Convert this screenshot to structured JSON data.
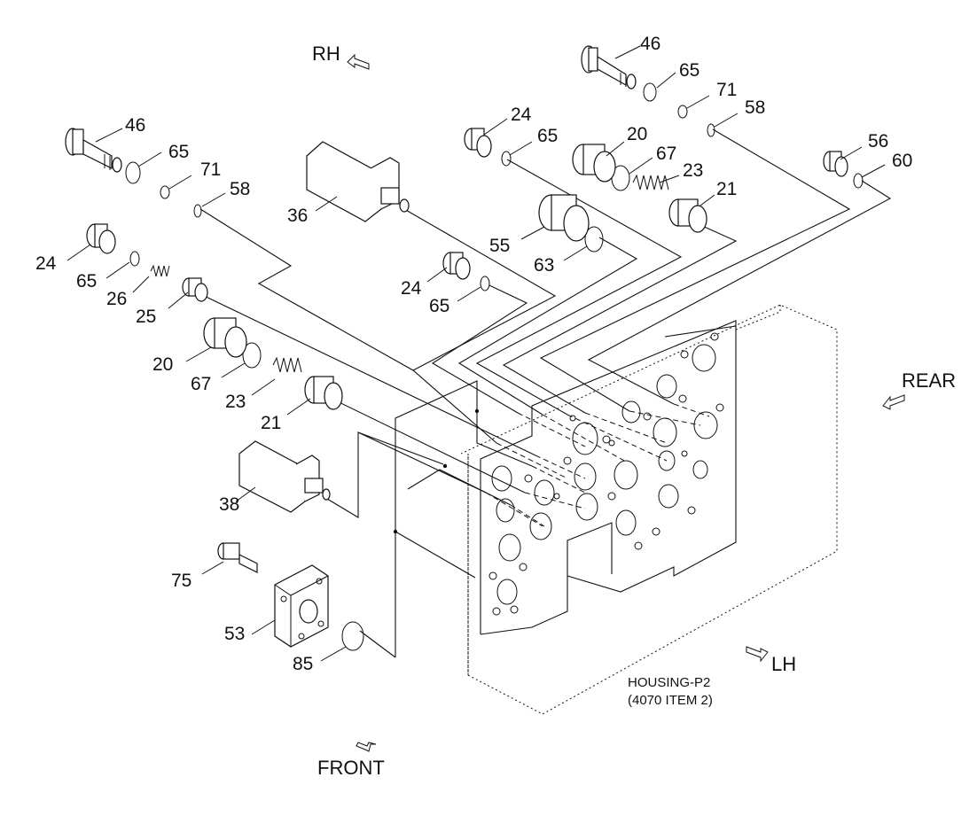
{
  "directions": {
    "rh": "RH",
    "rear": "REAR",
    "lh": "LH",
    "front": "FRONT"
  },
  "housing": {
    "line1": "HOUSING-P2",
    "line2": "(4070 ITEM 2)"
  },
  "parts": {
    "p46_top": "46",
    "p65_top": "65",
    "p71_top": "71",
    "p58_top": "58",
    "p24_mid": "24",
    "p65_mid": "65",
    "p20_top": "20",
    "p67_top": "67",
    "p23_top": "23",
    "p21_top": "21",
    "p56": "56",
    "p60": "60",
    "p55": "55",
    "p63": "63",
    "p24_c": "24",
    "p65_c": "65",
    "p36": "36",
    "p46_left": "46",
    "p65_left": "65",
    "p71_left": "71",
    "p58_left": "58",
    "p24_left": "24",
    "p65_left2": "65",
    "p26": "26",
    "p25": "25",
    "p20_left": "20",
    "p67_left": "67",
    "p23_left": "23",
    "p21_left": "21",
    "p38": "38",
    "p75": "75",
    "p53": "53",
    "p85": "85"
  }
}
